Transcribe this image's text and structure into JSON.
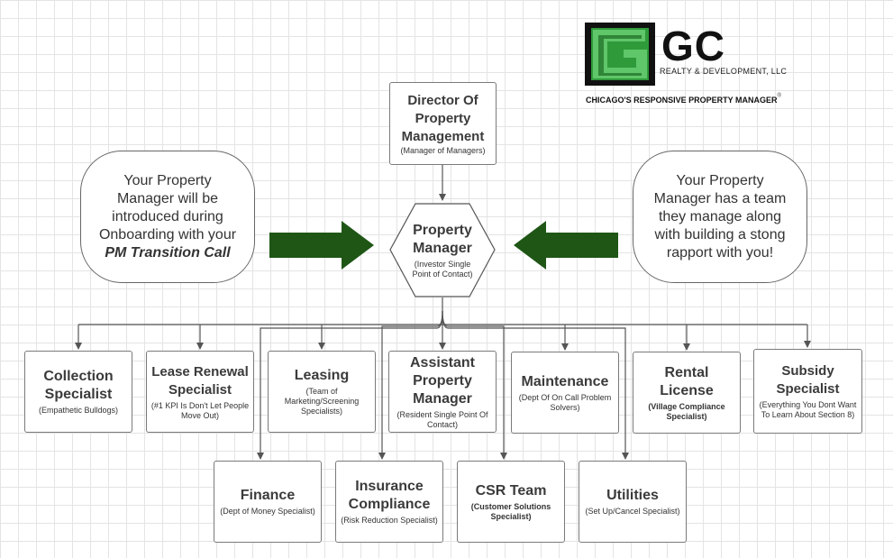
{
  "logo": {
    "letters": "GC",
    "company": "REALTY & DEVELOPMENT, LLC",
    "tagline": "CHICAGO'S RESPONSIVE PROPERTY MANAGER",
    "registered": "®"
  },
  "director": {
    "title": "Director Of Property Management",
    "subtitle": "(Manager of Managers)"
  },
  "pm": {
    "title": "Property Manager",
    "subtitle": "(Investor Single Point of Contact)"
  },
  "left_note": {
    "text": "Your Property Manager will be introduced during Onboarding with your ",
    "emphasis": "PM Transition Call"
  },
  "right_note": {
    "text": "Your Property Manager has a team they manage along with building a stong rapport with you!"
  },
  "team_row1": [
    {
      "title": "Collection Specialist",
      "subtitle": "(Empathetic Bulldogs)"
    },
    {
      "title": "Lease Renewal Specialist",
      "subtitle": "(#1 KPI Is Don't Let People Move Out)"
    },
    {
      "title": "Leasing",
      "subtitle": "(Team of Marketing/Screening Specialists)"
    },
    {
      "title": "Assistant Property Manager",
      "subtitle": "(Resident Single Point Of Contact)"
    },
    {
      "title": "Maintenance",
      "subtitle": "(Dept Of On Call Problem Solvers)"
    },
    {
      "title": "Rental License",
      "subtitle": "(Village Compliance Specialist)"
    },
    {
      "title": "Subsidy Specialist",
      "subtitle": "(Everything You Dont Want To Learn About Section 8)"
    }
  ],
  "team_row2": [
    {
      "title": "Finance",
      "subtitle": "(Dept of Money Specialist)"
    },
    {
      "title": "Insurance Compliance",
      "subtitle": "(Risk Reduction Specialist)"
    },
    {
      "title": "CSR Team",
      "subtitle": "(Customer Solutions Specialist)"
    },
    {
      "title": "Utilities",
      "subtitle": "(Set Up/Cancel Specialist)"
    }
  ],
  "colors": {
    "arrow": "#1f5616",
    "logo_green": "#2f9a3a",
    "line": "#555555"
  }
}
